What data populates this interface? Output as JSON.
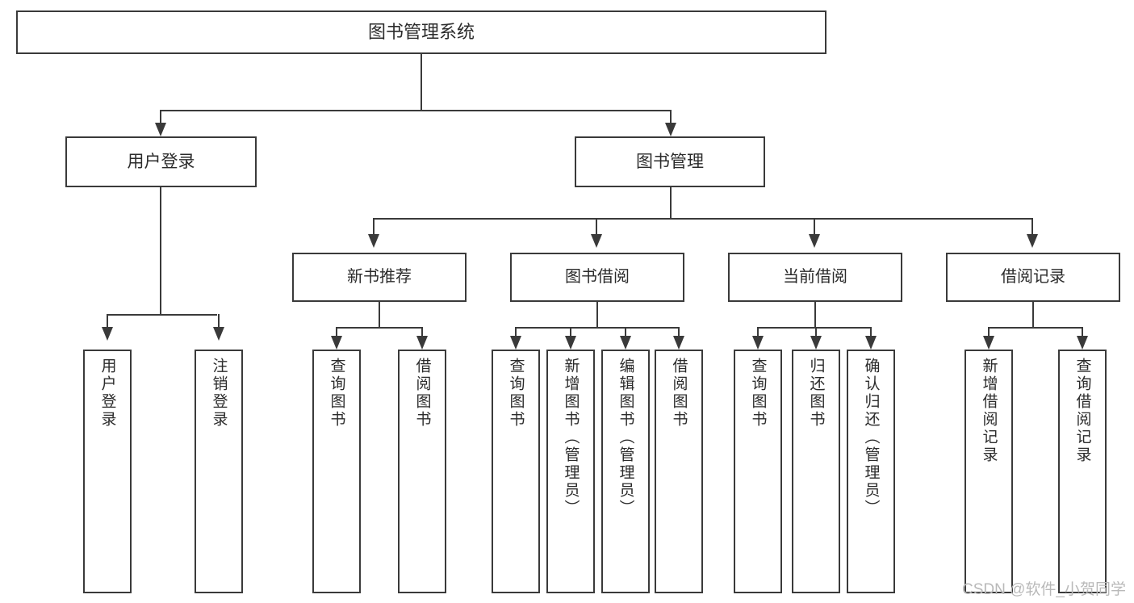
{
  "diagram": {
    "type": "tree",
    "title": "图书管理系统",
    "root": {
      "label": "图书管理系统"
    },
    "level1": [
      {
        "label": "用户登录"
      },
      {
        "label": "图书管理"
      }
    ],
    "level2": [
      {
        "label": "新书推荐",
        "parent": "图书管理"
      },
      {
        "label": "图书借阅",
        "parent": "图书管理"
      },
      {
        "label": "当前借阅",
        "parent": "图书管理"
      },
      {
        "label": "借阅记录",
        "parent": "图书管理"
      }
    ],
    "leaves": {
      "user_login": [
        {
          "label": "用户登录"
        },
        {
          "label": "注销登录"
        }
      ],
      "new_book_recommend": [
        {
          "label": "查询图书"
        },
        {
          "label": "借阅图书"
        }
      ],
      "book_borrow": [
        {
          "label": "查询图书"
        },
        {
          "label": "新增图书（管理员）"
        },
        {
          "label": "编辑图书（管理员）"
        },
        {
          "label": "借阅图书"
        }
      ],
      "current_borrow": [
        {
          "label": "查询图书"
        },
        {
          "label": "归还图书"
        },
        {
          "label": "确认归还（管理员）"
        }
      ],
      "borrow_records": [
        {
          "label": "新增借阅记录"
        },
        {
          "label": "查询借阅记录"
        }
      ]
    }
  },
  "watermark": {
    "text": "CSDN @软件_小贺同学"
  },
  "colors": {
    "stroke": "#3a3a3a",
    "text": "#2b2b2b",
    "background": "#ffffff",
    "watermark": "#b9b9b9"
  }
}
